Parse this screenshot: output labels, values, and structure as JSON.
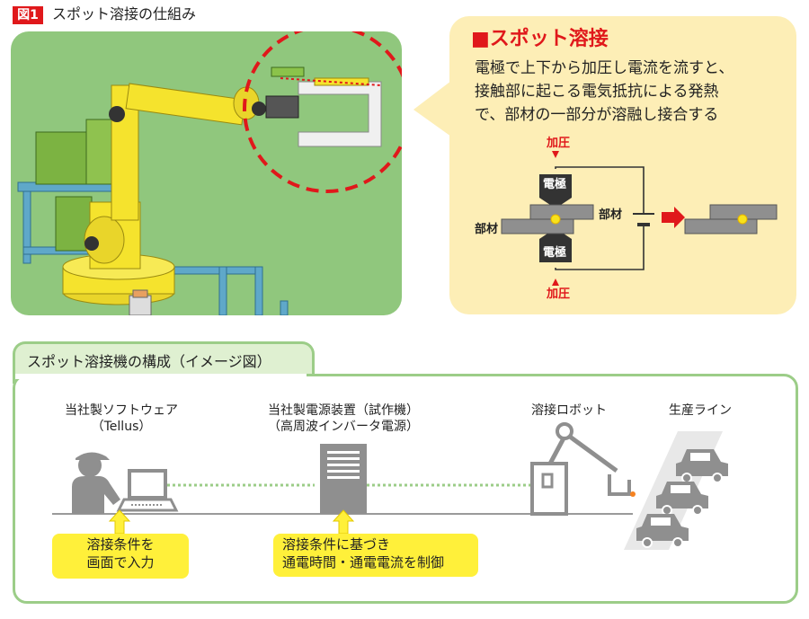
{
  "figure": {
    "badge": "図1",
    "title": "スポット溶接の仕組み"
  },
  "info": {
    "title": "■スポット溶接",
    "lines": [
      "電極で上下から加圧し電流を流すと、",
      "接触部に起こる電気抵抗による発熱",
      "で、部材の一部分が溶融し接合する"
    ],
    "diagram": {
      "pressure_top": "加圧",
      "pressure_bottom": "加圧",
      "electrode_top": "電極",
      "electrode_bottom": "電極",
      "material_left": "部材",
      "material_right": "部材"
    }
  },
  "config": {
    "tab_label": "スポット溶接機の構成（イメージ図）",
    "software_name": "当社製ソフトウェア",
    "software_sub": "（Tellus）",
    "power_name": "当社製電源装置（試作機）",
    "power_sub": "（高周波インバータ電源）",
    "robot_name": "溶接ロボット",
    "line_name": "生産ライン",
    "note1_line1": "溶接条件を",
    "note1_line2": "画面で入力",
    "note2_line1": "溶接条件に基づき",
    "note2_line2": "通電時間・通電電流を制御"
  },
  "colors": {
    "accent_red": "#e0181b",
    "scene_green": "#90c77d",
    "info_yellow": "#fdeeb6",
    "panel_green": "#9ccd88",
    "note_yellow": "#fff03a",
    "robot_yellow": "#f5e32d",
    "icon_gray": "#8f8f8f"
  }
}
